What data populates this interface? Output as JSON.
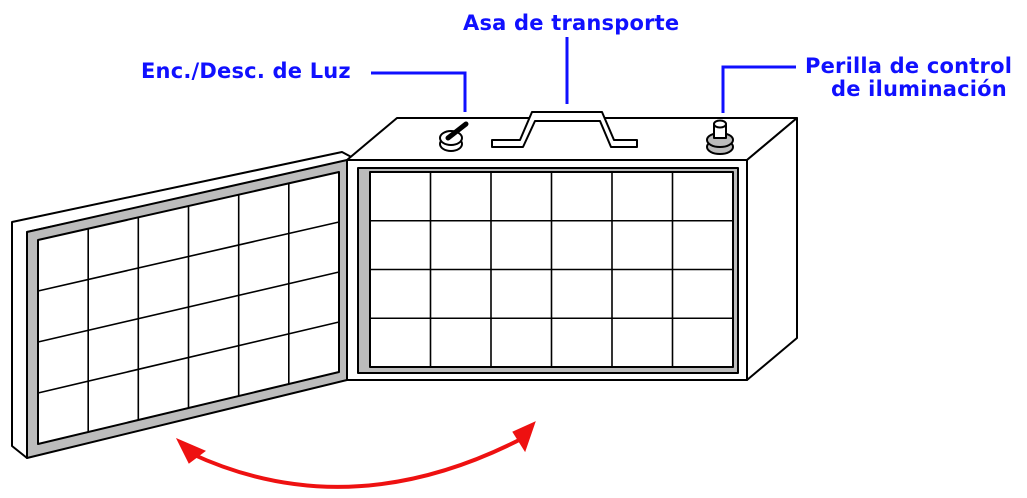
{
  "labels": {
    "light_switch": "Enc./Desc. de Luz",
    "carrying_handle": "Asa de transporte",
    "light_control_knob_line1": "Perilla de control",
    "light_control_knob_line2": "de iluminación"
  },
  "colors": {
    "label": "#1010ff",
    "arrow": "#ee1111",
    "frame": "#bcbcbc",
    "outline": "#000000"
  },
  "icons": {
    "swing_arrow": "curved-double-arrow"
  }
}
